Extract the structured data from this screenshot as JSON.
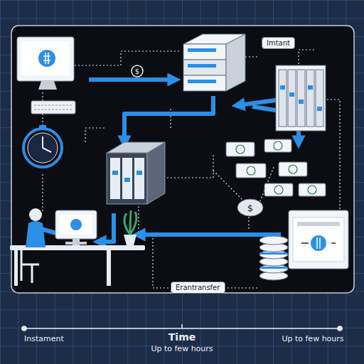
{
  "diagram": {
    "nodes": [
      {
        "text": [
          "Imtant"
        ]
      },
      {
        "text": [
          "Erantransfer"
        ]
      }
    ],
    "labels": [
      "Instament",
      "Time",
      "Up to few hours",
      "Up to few hours"
    ]
  }
}
